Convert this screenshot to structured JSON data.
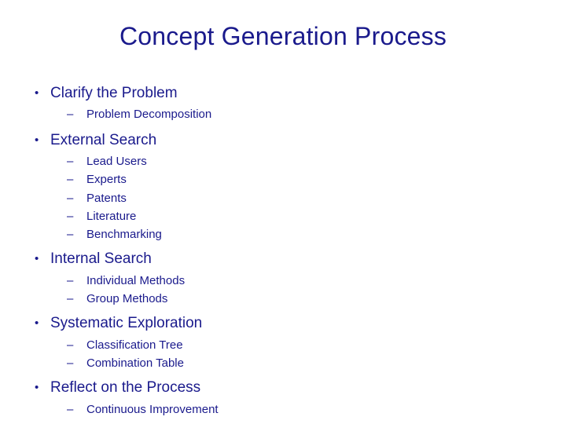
{
  "slide": {
    "title": "Concept Generation Process",
    "bullet_glyph": "•",
    "dash_glyph": "–",
    "text_color": "#1a1a8c",
    "background_color": "#ffffff",
    "sections": [
      {
        "heading": "Clarify the Problem",
        "items": [
          "Problem Decomposition"
        ]
      },
      {
        "heading": "External Search",
        "items": [
          "Lead Users",
          "Experts",
          "Patents",
          "Literature",
          "Benchmarking"
        ]
      },
      {
        "heading": "Internal Search",
        "items": [
          "Individual Methods",
          "Group Methods"
        ]
      },
      {
        "heading": "Systematic Exploration",
        "items": [
          "Classification Tree",
          "Combination Table"
        ]
      },
      {
        "heading": "Reflect on the Process",
        "items": [
          "Continuous Improvement"
        ]
      }
    ]
  }
}
